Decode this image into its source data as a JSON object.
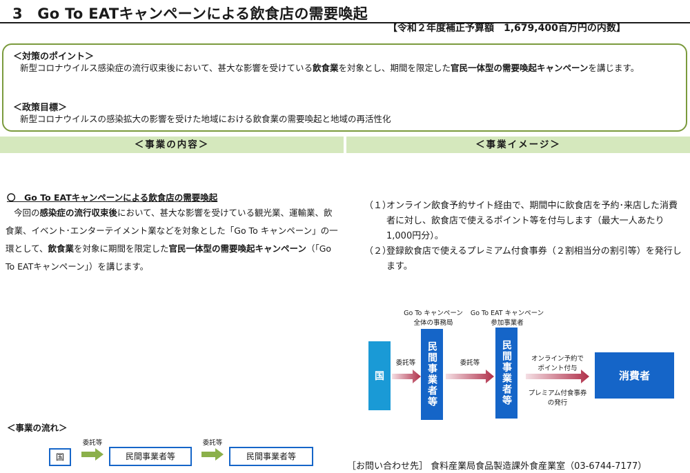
{
  "header": {
    "title": "3　Go To EATキャンペーンによる飲食店の需要喚起",
    "budget": "【令和２年度補正予算額　1,679,400百万円の内数】"
  },
  "policy": {
    "points_heading": "＜対策のポイント＞",
    "points_text_1": "新型コロナウイルス感染症の流行収束後において、甚大な影響を受けている",
    "points_bold_1": "飲食業",
    "points_text_2": "を対象とし、期間を限定した",
    "points_bold_2": "官民一体型の需要喚起キャンペーン",
    "points_text_3": "を講じます。",
    "goal_heading": "＜政策目標＞",
    "goal_text": "新型コロナウイルスの感染拡大の影響を受けた地域における飲食業の需要喚起と地域の再活性化"
  },
  "sections": {
    "content_label": "＜事業の内容＞",
    "image_label": "＜事業イメージ＞"
  },
  "content": {
    "heading": "〇　Go To EATキャンペーンによる飲食店の需要喚起",
    "p1": "今回の",
    "b1": "感染症の流行収束後",
    "p2": "において、甚大な影響を受けている観光業、運輸業、飲食業、イベント･エンターテイメント業などを対象とした「Go To キャンペーン」の一環として、",
    "b2": "飲食業",
    "p3": "を対象に期間を限定した",
    "b3": "官民一体型の需要喚起キャンペーン",
    "p4": "（「Go To EATキャンペーン」）を講じます。"
  },
  "image": {
    "item1_num": "（１）",
    "item1_text": "オンライン飲食予約サイト経由で、期間中に飲食店を予約･来店した消費者に対し、飲食店で使えるポイント等を付与します（最大一人あたり1,000円分）。",
    "item2_num": "（２）",
    "item2_text": "登録飲食店で使えるプレミアム付食事券（２割相当分の割引等）を発行します。"
  },
  "flow": {
    "caption1_l1": "Go To キャンペーン",
    "caption1_l2": "全体の事務局",
    "caption2_l1": "Go To EAT キャンペーン",
    "caption2_l2": "参加事業者",
    "kuni": "国",
    "arrow1_label": "委託等",
    "minkan1": "民間事業者等",
    "arrow2_label": "委託等",
    "minkan2": "民間事業者等",
    "arrow3_label_l1": "オンライン予約で",
    "arrow3_label_l2": "ポイント付与",
    "arrow3_below_l1": "プレミアム付食事券",
    "arrow3_below_l2": "の発行",
    "consumer": "消費者"
  },
  "business_flow": {
    "heading": "＜事業の流れ＞",
    "kuni": "国",
    "arrow1": "委託等",
    "box1": "民間事業者等",
    "arrow2": "委託等",
    "box2": "民間事業者等"
  },
  "contact": "［お問い合わせ先］ 食料産業局食品製造課外食産業室（03-6744-7177）",
  "colors": {
    "band": "#d5e8bd",
    "policy_border": "#7a9a3c",
    "kuni_box": "#1a9ad6",
    "blue_box": "#1565c8",
    "arrow_red": "#b0304a",
    "arrow_green": "#8bb04a"
  }
}
